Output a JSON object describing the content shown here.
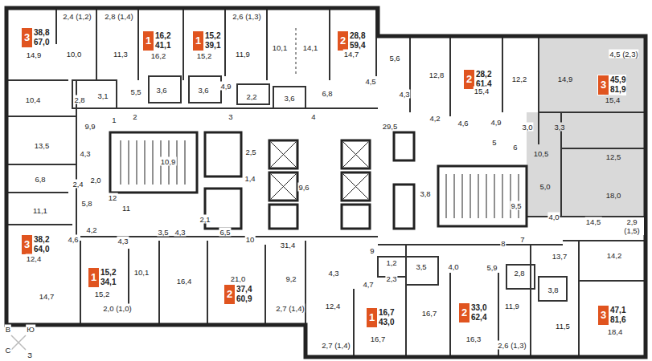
{
  "diagram": {
    "nodes": [
      {
        "text": [
          "3",
          "38,8",
          "67,0"
        ]
      },
      {
        "text": [
          "1",
          "16,2",
          "41,1"
        ]
      },
      {
        "text": [
          "1",
          "15,2",
          "39,1"
        ]
      },
      {
        "text": [
          "2",
          "28,8",
          "59,4"
        ]
      },
      {
        "text": [
          "2",
          "28,2",
          "61,4"
        ]
      },
      {
        "text": [
          "3",
          "45,9",
          "81,9"
        ]
      },
      {
        "text": [
          "3",
          "38,2",
          "64,0"
        ]
      },
      {
        "text": [
          "1",
          "15,2",
          "34,1"
        ]
      },
      {
        "text": [
          "2",
          "37,4",
          "60,9"
        ]
      },
      {
        "text": [
          "1",
          "16,7",
          "43,0"
        ]
      },
      {
        "text": [
          "2",
          "33,0",
          "62,4"
        ]
      },
      {
        "text": [
          "3",
          "47,1",
          "81,6"
        ]
      }
    ],
    "labels": [
      "14,9",
      "2,4 (1,2)",
      "10,0",
      "2,8 (1,4)",
      "11,3",
      "16,2",
      "15,2",
      "2,6 (1,3)",
      "11,9",
      "10,1",
      "14,1",
      "14,7",
      "5,6",
      "12,8",
      "15,4",
      "12,2",
      "14,9",
      "4,5 (2,3)",
      "15,4",
      "10,4",
      "2,8",
      "3,1",
      "5,5",
      "3,6",
      "3,6",
      "4,9",
      "2,2",
      "3,6",
      "6,8",
      "4,5",
      "4,3",
      "4,2",
      "4,6",
      "4,9",
      "3,0",
      "3,3",
      "1",
      "2",
      "3",
      "4",
      "5",
      "6",
      "29,5",
      "9,9",
      "13,5",
      "4,3",
      "10,9",
      "2,5",
      "12,5",
      "10,5",
      "18,0",
      "5,0",
      "6,8",
      "2,4",
      "2,0",
      "1,4",
      "9,6",
      "3,8",
      "12",
      "5,8",
      "9,5",
      "11,1",
      "11",
      "4,0",
      "14,5",
      "2,9 (1,5)",
      "12,4",
      "4,6",
      "4,2",
      "4,3",
      "3,5",
      "4,3",
      "2,1",
      "6,5",
      "10",
      "31,4",
      "9",
      "8",
      "7",
      "13,7",
      "14,2",
      "1,2",
      "3,5",
      "4,0",
      "5,9",
      "2,8",
      "4,3",
      "2,3",
      "4,7",
      "3,8",
      "15,2",
      "10,1",
      "16,4",
      "21,0",
      "9,2",
      "14,7",
      "12,4",
      "16,7",
      "11,9",
      "11,5",
      "2,0 (1,0)",
      "2,7 (1,4)",
      "16,7",
      "16,3",
      "18,4",
      "2,7 (1,4)",
      "2,6 (1,3)",
      "В",
      "Ю",
      "С",
      "З"
    ]
  }
}
